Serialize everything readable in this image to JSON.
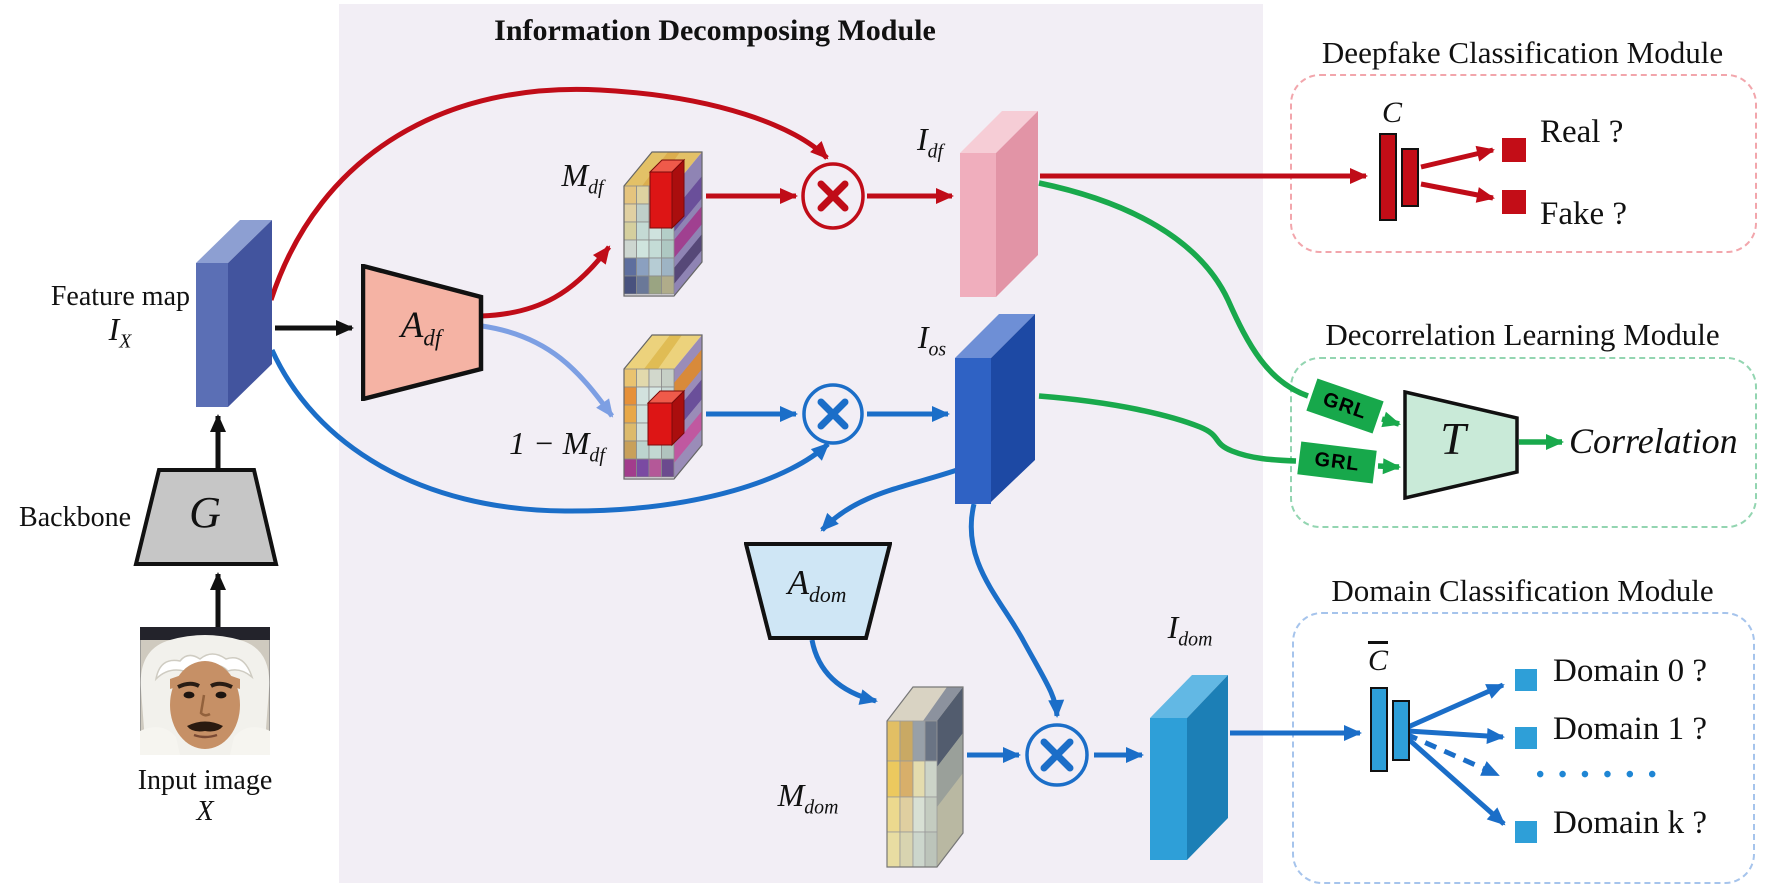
{
  "diagram": {
    "title": "Information Decomposing Module",
    "colors": {
      "panel_bg": "#f2eef5",
      "red": "#c00c18",
      "blue": "#1b6ec8",
      "light_blue_arrow": "#7d9fe3",
      "green": "#19a94c",
      "black": "#111111",
      "feature_slab": "#5b6fb5",
      "idf_slab": "#f0aebd",
      "ios_slab": "#2f62c4",
      "idom_slab": "#2e9fd8",
      "adf_fill": "#f5b3a4",
      "adom_fill": "#cfe6f5",
      "t_fill": "#c9ead8",
      "g_fill": "#c6c6c6",
      "grl_fill": "#17a84b",
      "deepfake_border": "#f2a6ac",
      "decorr_border": "#93d5b1",
      "domain_border": "#a6c4ec"
    },
    "icons": {
      "multiply": "×"
    }
  },
  "left": {
    "feature_map_label": "Feature map",
    "feature_map_sym": {
      "base": "I",
      "sub": "X"
    },
    "backbone_label": "Backbone",
    "backbone_sym": "G",
    "input_image_label": "Input image",
    "input_image_sym": "X"
  },
  "idm": {
    "a_df": {
      "base": "A",
      "sub": "df"
    },
    "m_df": {
      "base": "M",
      "sub": "df"
    },
    "one_minus_m_df": {
      "prefix": "1 − ",
      "base": "M",
      "sub": "df"
    },
    "i_df": {
      "base": "I",
      "sub": "df"
    },
    "i_os": {
      "base": "I",
      "sub": "os"
    },
    "a_dom": {
      "base": "A",
      "sub": "dom"
    },
    "m_dom": {
      "base": "M",
      "sub": "dom"
    },
    "i_dom": {
      "base": "I",
      "sub": "dom"
    }
  },
  "deepfake_module": {
    "title": "Deepfake Classification Module",
    "classifier": "C",
    "outputs": [
      "Real ?",
      "Fake ?"
    ]
  },
  "decorrelation_module": {
    "title": "Decorrelation Learning Module",
    "grl_label": "GRL",
    "transform": "T",
    "output": "Correlation"
  },
  "domain_module": {
    "title": "Domain Classification Module",
    "classifier": "C",
    "outputs": [
      "Domain 0 ?",
      "Domain 1 ?",
      "Domain k ?"
    ],
    "ellipsis": "• • • • • •"
  }
}
